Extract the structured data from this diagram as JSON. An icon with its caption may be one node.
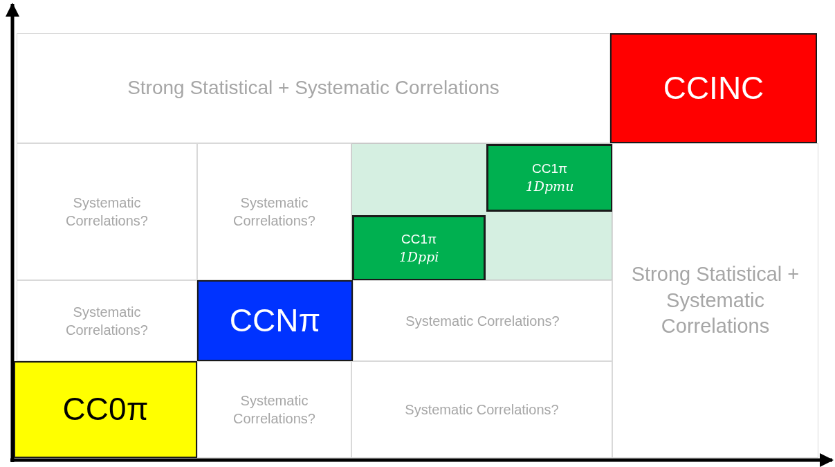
{
  "diagram": {
    "nodes": [
      {
        "text": [
          "Strong Statistical + Systematic Correlations"
        ]
      },
      {
        "text": [
          "CCINC"
        ]
      },
      {
        "text": [
          "Systematic Correlations?"
        ]
      },
      {
        "text": [
          "Systematic Correlations?"
        ]
      },
      {
        "text": [],
        "shape": "box"
      },
      {
        "text": [
          "CC1π",
          "1Dpmu"
        ],
        "in": 4
      },
      {
        "text": [
          "CC1π",
          "1Dppi"
        ],
        "in": 4
      },
      {
        "text": [
          "Strong Statistical + Systematic Correlations"
        ]
      },
      {
        "text": [
          "Systematic Correlations?"
        ]
      },
      {
        "text": [
          "CCNπ"
        ]
      },
      {
        "text": [
          "Systematic Correlations?"
        ]
      },
      {
        "text": [
          "CC0π"
        ]
      },
      {
        "text": [
          "Systematic Correlations?"
        ]
      },
      {
        "text": [
          "Systematic Correlations?"
        ]
      }
    ]
  }
}
